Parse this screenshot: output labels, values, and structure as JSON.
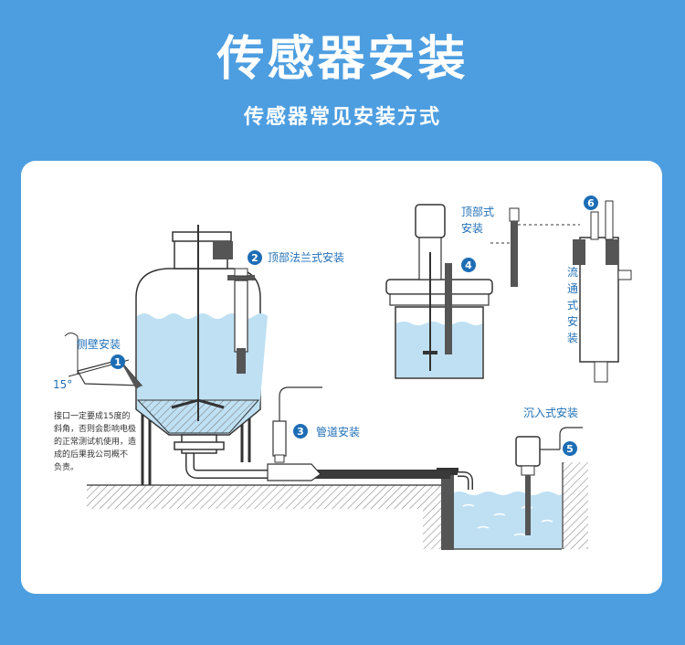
{
  "header": {
    "title": "传感器安装",
    "subtitle": "传感器常见安装方式"
  },
  "diagram": {
    "side_wall": {
      "label": "侧壁安装",
      "number": "1",
      "angle": "15°"
    },
    "note_lines": [
      "接口一定要成15度的",
      "斜角，否则会影响电极",
      "的正常测试机使用，造",
      "成的后果我公司概不",
      "负责。"
    ],
    "top_flange": {
      "number": "2",
      "label": "顶部法兰式安装"
    },
    "pipeline": {
      "number": "3",
      "label": "管道安装"
    },
    "top_mount": {
      "number": "4",
      "label_lines": [
        "顶部式",
        "安装"
      ]
    },
    "submerged": {
      "number": "5",
      "label": "沉入式安装"
    },
    "flow_through": {
      "number": "6",
      "label_chars": [
        "流",
        "通",
        "式",
        "安",
        "装"
      ]
    }
  },
  "colors": {
    "page_bg": "#4d9ee0",
    "water": "#bfe0f3",
    "badge": "#1d6db5",
    "line": "#333333"
  }
}
